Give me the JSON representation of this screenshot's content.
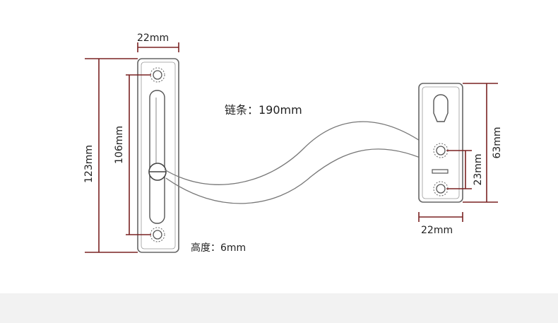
{
  "labels": {
    "plate_width": "22mm",
    "plate_height_total": "123mm",
    "hole_spacing": "106mm",
    "chain_length": "链条：190mm",
    "thickness": "高度：6mm",
    "keeper_height": "63mm",
    "keeper_hole_spacing": "23mm",
    "keeper_width": "22mm"
  },
  "colors": {
    "dimension_line": "#7a2222",
    "outline": "#555555"
  }
}
